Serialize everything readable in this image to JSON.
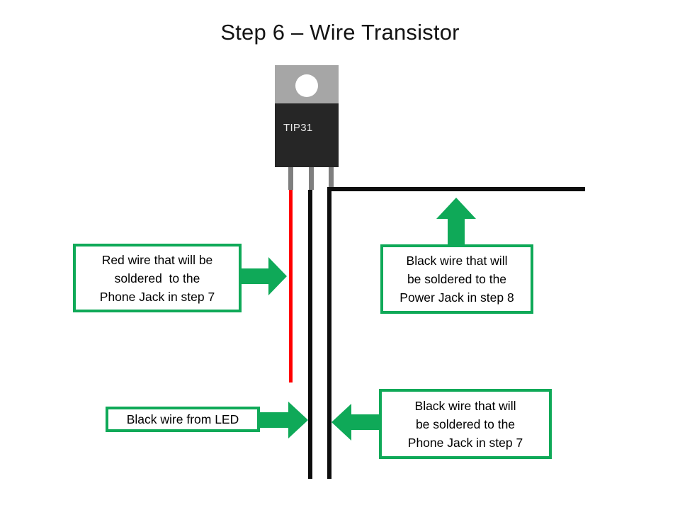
{
  "page": {
    "title": "Step 6 – Wire Transistor",
    "background_color": "#ffffff"
  },
  "colors": {
    "green_accent": "#0FA958",
    "red_wire": "#ff0000",
    "black_wire": "#0d0d0d",
    "transistor_tab": "#a6a6a6",
    "transistor_body": "#262626",
    "label_text": "#e8e8e8"
  },
  "transistor": {
    "part_label": "TIP31",
    "tab_name": "metal-mounting-tab",
    "hole_name": "mounting-hole",
    "pins": [
      {
        "name": "pin-base-left",
        "wire_color": "red"
      },
      {
        "name": "pin-collector-middle",
        "wire_color": "black"
      },
      {
        "name": "pin-emitter-right",
        "wire_color": "black"
      }
    ]
  },
  "wires": [
    {
      "name": "red-wire-from-left-pin",
      "color": "#ff0000",
      "orientation": "vertical"
    },
    {
      "name": "black-wire-from-middle-pin",
      "color": "#0d0d0d",
      "orientation": "vertical"
    },
    {
      "name": "black-wire-from-right-pin",
      "color": "#0d0d0d",
      "orientation": "vertical"
    },
    {
      "name": "black-wire-horizontal-branch",
      "color": "#0d0d0d",
      "orientation": "horizontal"
    }
  ],
  "callouts": [
    {
      "id": "red-wire",
      "lines": [
        "Red wire that will be",
        "soldered  to the",
        "Phone Jack in step 7"
      ],
      "arrow_direction": "right"
    },
    {
      "id": "power-jack",
      "lines": [
        "Black wire that will",
        "be soldered to the",
        "Power Jack in step 8"
      ],
      "arrow_direction": "up"
    },
    {
      "id": "led-wire",
      "lines": [
        "Black wire from LED"
      ],
      "arrow_direction": "right"
    },
    {
      "id": "phone-jack",
      "lines": [
        "Black wire that will",
        "be soldered to the",
        "Phone Jack in step 7"
      ],
      "arrow_direction": "left"
    }
  ]
}
